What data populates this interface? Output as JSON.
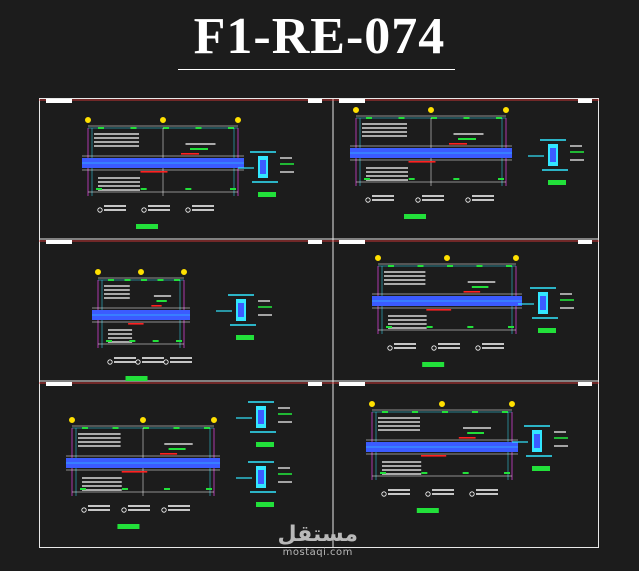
{
  "title": "F1-RE-074",
  "watermark": {
    "logo_text": "مستقل",
    "url": "mostaqi.com"
  },
  "colors": {
    "background": "#1c1c1c",
    "border": "#e8e8e8",
    "frame_line": "#ff3b3b",
    "beam": "#3b5bff",
    "text_lines": "#ffffff",
    "labels_green": "#22e03a",
    "rebar_red": "#ff2020",
    "marker_yellow": "#ffe000",
    "column_magenta": "#d040d0",
    "dimension_cyan": "#32e6ff"
  },
  "panels": [
    {
      "id": "top-left"
    },
    {
      "id": "top-right"
    },
    {
      "id": "middle-left"
    },
    {
      "id": "middle-right"
    },
    {
      "id": "bottom-left"
    },
    {
      "id": "bottom-right"
    }
  ]
}
